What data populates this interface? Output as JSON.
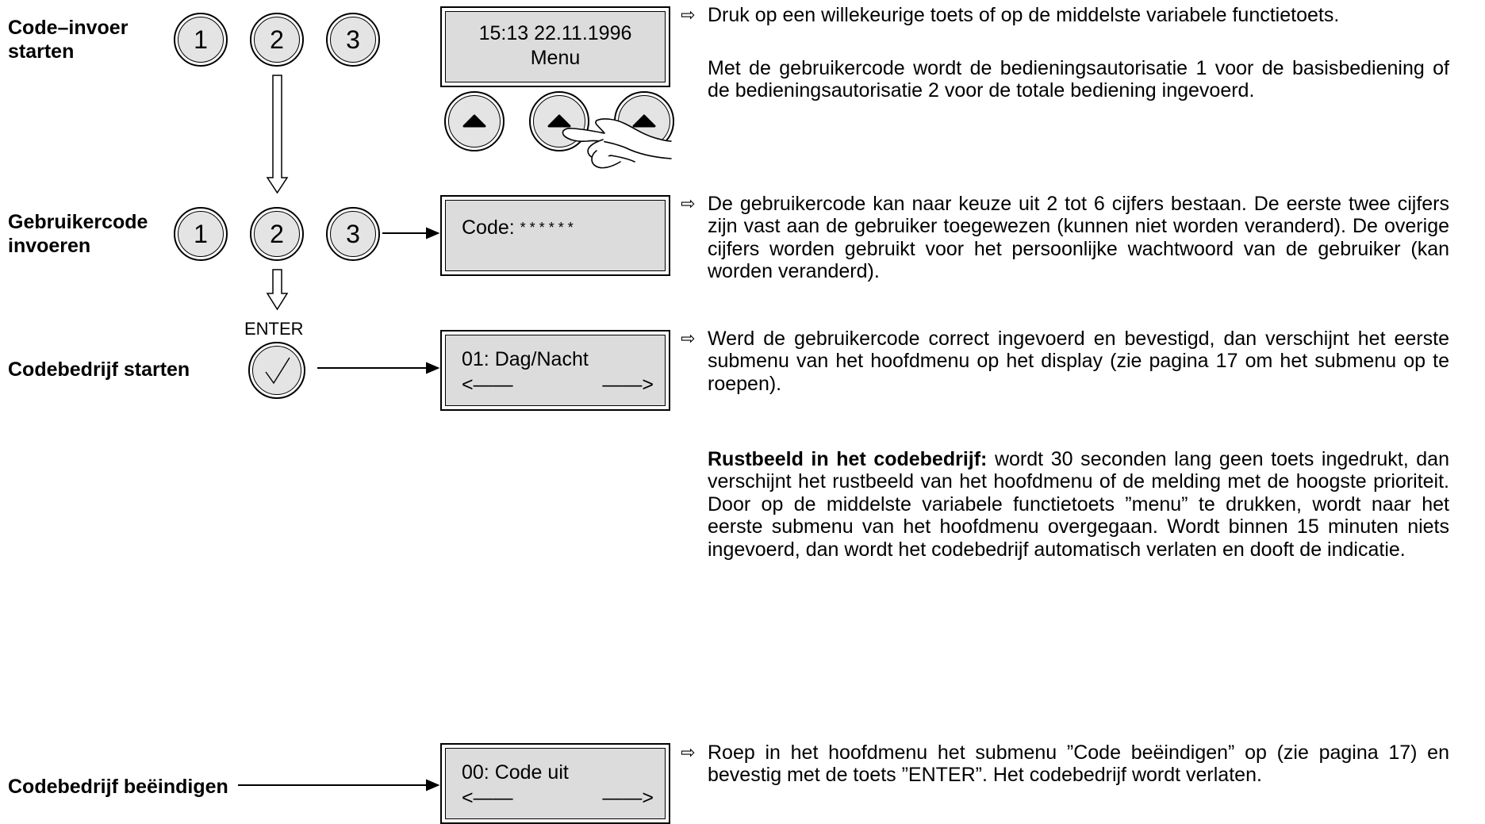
{
  "labels": {
    "code_start_1": "Code–invoer",
    "code_start_2": "starten",
    "enter_code_1": "Gebruikercode",
    "enter_code_2": "invoeren",
    "start_mode": "Codebedrijf starten",
    "end_mode": "Codebedrijf beëindigen"
  },
  "keys": {
    "k1": "1",
    "k2": "2",
    "k3": "3",
    "enter_label": "ENTER",
    "check_symbol": "✓"
  },
  "displays": {
    "d1_line1": "15:13  22.11.1996",
    "d1_line2": "Menu",
    "d2_line1": "Code:",
    "d2_mask": "* * * * * *",
    "d3_line1": "01:  Dag/Nacht",
    "d3_left": "<——",
    "d3_right": "——>",
    "d4_line1": "00: Code uit",
    "d4_left": "<——",
    "d4_right": "——>"
  },
  "text": {
    "arrow": "⇨",
    "p1": "Druk op een willekeurige toets of op de middelste variabele functietoets.",
    "p2": "Met de gebruikercode wordt de bedieningsautorisatie 1 voor de basisbediening of de bedieningsautorisatie 2 voor de totale bediening ingevoerd.",
    "p3": "De gebruikercode kan naar keuze uit 2 tot 6 cijfers bestaan. De eerste twee cijfers zijn vast aan de gebruiker toegewezen (kunnen niet worden veranderd). De overige cijfers worden gebruikt voor het persoonlijke wachtwoord van de gebruiker (kan worden veranderd).",
    "p4": "Werd de gebruikercode correct ingevoerd en bevestigd, dan verschijnt het eerste submenu van het hoofdmenu op het display (zie pagina 17 om het submenu op te roepen).",
    "p5_bold": "Rustbeeld in het codebedrijf:",
    "p5_rest": " wordt 30 seconden lang geen toets ingedrukt, dan verschijnt het rustbeeld van het hoofdmenu of de melding met de hoogste prioriteit. Door op de middelste variabele functietoets ”menu” te drukken, wordt naar het eerste submenu van het hoofdmenu overgegaan. Wordt binnen 15 minuten niets ingevoerd, dan wordt het codebedrijf automatisch verlaten en dooft de indicatie.",
    "p6": "Roep in het hoofdmenu het submenu ”Code beëindigen” op (zie pagina 17) en bevestig met de toets ”ENTER”. Het codebedrijf wordt verlaten."
  }
}
